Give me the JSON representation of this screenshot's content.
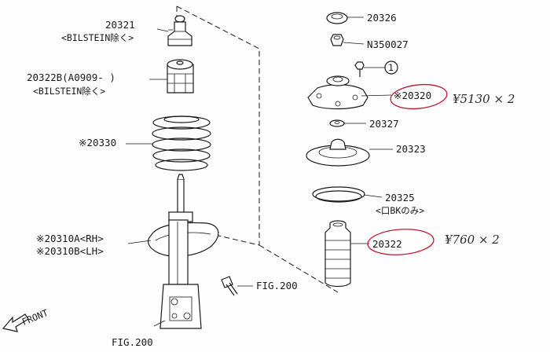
{
  "labels": {
    "p20321": "20321",
    "p20321_note": "<BILSTEIN除く>",
    "p20322B": "20322B(A0909-  )",
    "p20322B_note": "<BILSTEIN除く>",
    "p20330": "※20330",
    "p20310A": "※20310A<RH>",
    "p20310B": "※20310B<LH>",
    "fig200_bolt": "FIG.200",
    "fig200_bottom": "FIG.200",
    "front": "FRONT",
    "p20326": "20326",
    "pN350027": "N350027",
    "circle_ref": "1",
    "p20320": "※20320",
    "p20327": "20327",
    "p20323": "20323",
    "p20325": "20325",
    "p20325_note": "<口BKのみ>",
    "p20322": "20322"
  },
  "annotations": {
    "price_20320": "¥5130 × 2",
    "price_20322": "¥760 × 2"
  },
  "colors": {
    "ink": "#1a1a1a",
    "highlight_circle": "#c0182f",
    "handwriting": "#2a2a2a"
  }
}
